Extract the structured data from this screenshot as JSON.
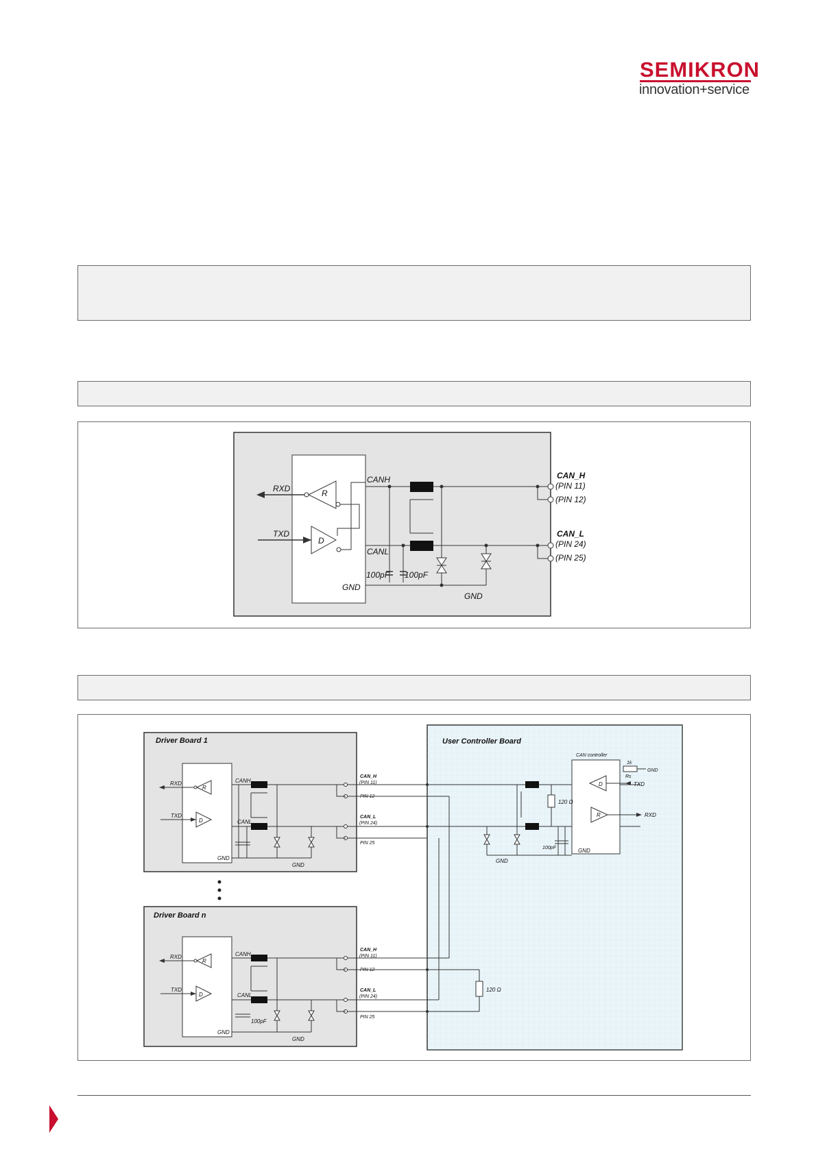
{
  "header": {
    "logo_text": "SEMIKRON",
    "tagline": "innovation+service"
  },
  "figure1": {
    "labels": {
      "rxd": "RXD",
      "txd": "TXD",
      "r": "R",
      "d": "D",
      "canh": "CANH",
      "canl": "CANL",
      "gnd_ic": "GND",
      "gnd_bus": "GND",
      "cap1": "100pF",
      "cap2": "100pF",
      "can_h": "CAN_H",
      "pin11": "(PIN 11)",
      "pin12": "(PIN 12)",
      "can_l": "CAN_L",
      "pin24": "(PIN 24)",
      "pin25": "(PIN 25)"
    }
  },
  "figure2": {
    "board1": {
      "title": "Driver Board 1",
      "rxd": "RXD",
      "txd": "TXD",
      "r": "R",
      "d": "D",
      "canh": "CANH",
      "canl": "CANL",
      "gnd_ic": "GND",
      "gnd_bus": "GND",
      "can_h": "CAN_H",
      "pin11": "(PIN 11)",
      "pin12": "PIN 12",
      "can_l": "CAN_L",
      "pin24": "(PIN 24)",
      "pin25": "PIN 25"
    },
    "boardn": {
      "title": "Driver Board n",
      "rxd": "RXD",
      "txd": "TXD",
      "r": "R",
      "d": "D",
      "canh": "CANH",
      "canl": "CANL",
      "cap": "100pF",
      "gnd_ic": "GND",
      "gnd_bus": "GND",
      "can_h": "CAN_H",
      "pin11": "(PIN 11)",
      "pin12": "PIN 12",
      "can_l": "CAN_L",
      "pin24": "(PIN 24)",
      "pin25": "PIN 25"
    },
    "controller": {
      "title": "User Controller Board",
      "can_controller": "CAN controller",
      "r1k": "1k",
      "rs": "Rs",
      "gnd_rs": "GND",
      "txd": "TXD",
      "rxd": "RXD",
      "d": "D",
      "r": "R",
      "r120": "120 Ω",
      "cap": "100pF",
      "gnd_ic": "GND",
      "gnd_bus": "GND",
      "term_r": "120 Ω"
    }
  },
  "colors": {
    "brand_red": "#c8102e",
    "board_gray": "#e4e4e4",
    "controller_blue": "#eaf5f9"
  }
}
